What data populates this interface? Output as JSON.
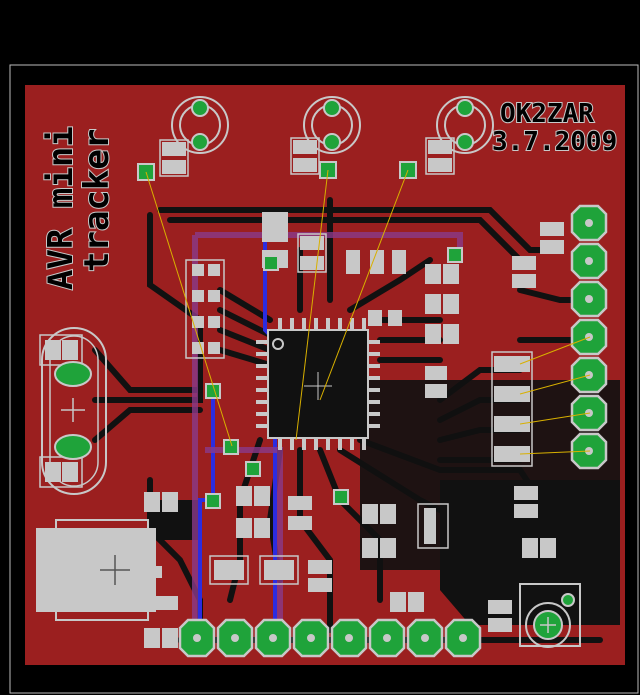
{
  "board": {
    "title_line1": "AVR mini",
    "title_line2": "tracker",
    "callsign": "OK2ZAR",
    "date": "3.7.2009"
  },
  "colors": {
    "background": "#000000",
    "copper_top": "#9b1f1f",
    "copper_trace": "#1a1a1a",
    "pad_green": "#1fa33a",
    "pad_ring": "#c8c8c8",
    "silk": "#c8c8c8",
    "bottom_trace": "#2c2ce0",
    "purple_trace": "#8a3a8a",
    "airwire": "#d8b000"
  }
}
